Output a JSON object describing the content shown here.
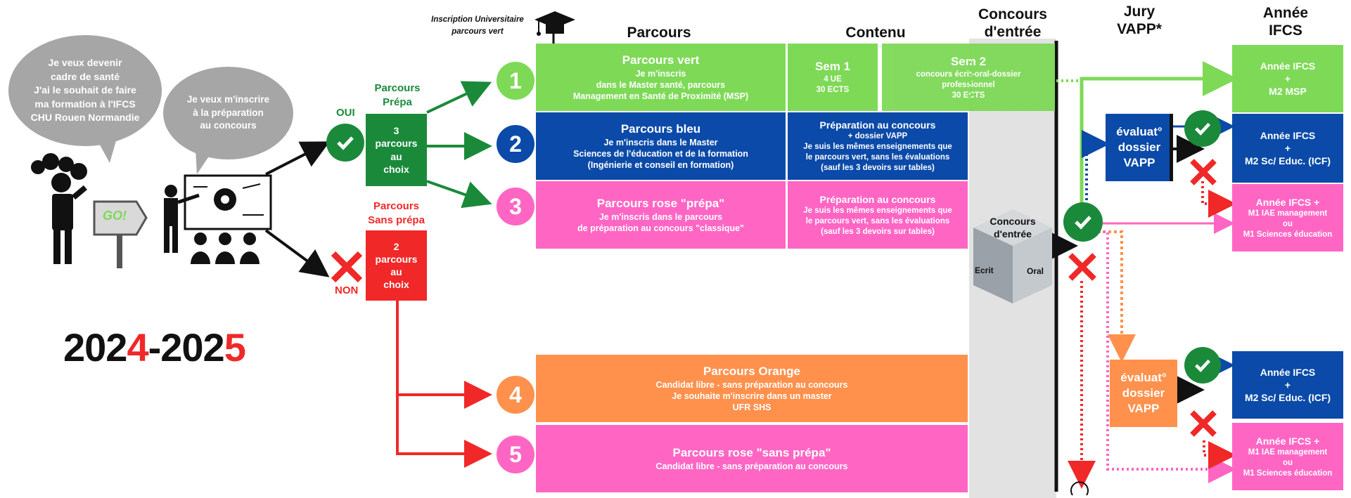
{
  "bubbles": {
    "left": [
      "Je veux devenir",
      "cadre de santé",
      "J'ai le souhait de faire",
      "ma formation à l'IFCS",
      "CHU Rouen Normandie"
    ],
    "right": [
      "Je veux m'inscrire",
      "à la préparation",
      "au concours"
    ]
  },
  "go_sign": "GO!",
  "year": {
    "a": "202",
    "b": "4",
    "c": "-202",
    "d": "5"
  },
  "choice": {
    "oui": "OUI",
    "non": "NON",
    "prepa_title": [
      "Parcours",
      "Prépa"
    ],
    "prepa_box": [
      "3",
      "parcours",
      "au",
      "choix"
    ],
    "sans_title": [
      "Parcours",
      "Sans prépa"
    ],
    "sans_box": [
      "2",
      "parcours",
      "au",
      "choix"
    ]
  },
  "inscription_note": [
    "Inscription Universitaire",
    "parcours vert"
  ],
  "headers": {
    "parcours": "Parcours",
    "contenu": "Contenu",
    "concours": [
      "Concours",
      "d'entrée"
    ],
    "jury": [
      "Jury",
      "VAPP*"
    ],
    "annee": [
      "Année",
      "IFCS"
    ]
  },
  "rows": [
    {
      "num": "1",
      "title": "Parcours vert",
      "lines": [
        "Je m'inscris",
        "dans le Master santé, parcours",
        "Management en Santé de Proximité (MSP)"
      ]
    },
    {
      "num": "2",
      "title": "Parcours bleu",
      "lines": [
        "Je m'inscris dans le Master",
        "Sciences de l'éducation et de la formation",
        "(Ingénierie et conseil en formation)"
      ]
    },
    {
      "num": "3",
      "title": "Parcours rose \"prépa\"",
      "lines": [
        "Je m'inscris dans le parcours",
        "de préparation au concours \"classique\""
      ]
    },
    {
      "num": "4",
      "title": "Parcours Orange",
      "lines": [
        "Candidat libre - sans préparation au concours",
        "Je souhaite m'inscrire dans un master",
        "UFR SHS"
      ]
    },
    {
      "num": "5",
      "title": "Parcours rose \"sans prépa\"",
      "lines": [
        "Candidat libre - sans préparation au concours"
      ]
    }
  ],
  "contenu": {
    "sem1": {
      "title": "Sem 1",
      "lines": [
        "4 UE",
        "30 ECTS"
      ]
    },
    "sem2": {
      "title": "Sem 2",
      "lines": [
        "concours écrit-oral-dossier",
        "professionnel",
        "30 ECTS"
      ]
    },
    "bleu": {
      "title": "Préparation au concours",
      "lines": [
        "+ dossier VAPP",
        "Je suis les mêmes enseignements que",
        "le parcours vert, sans les évaluations",
        "(sauf les 3 devoirs sur tables)"
      ]
    },
    "rose": {
      "title": "Préparation au concours",
      "lines": [
        "Je suis les mêmes enseignements que",
        "le parcours vert, sans les évaluations",
        "(sauf les 3 devoirs sur tables)"
      ]
    }
  },
  "cube": {
    "title": [
      "Concours",
      "d'entrée"
    ],
    "left": "Ecrit",
    "right": "Oral"
  },
  "vapp": {
    "label": [
      "évaluat°",
      "dossier",
      "VAPP"
    ]
  },
  "outcomes": {
    "o1": [
      "Année IFCS",
      "+",
      "M2 MSP"
    ],
    "o2": [
      "Année IFCS",
      "+",
      "M2 Sc/ Educ. (ICF)"
    ],
    "o3": [
      "Année IFCS +",
      "M1 IAE management",
      "ou",
      "M1 Sciences éducation"
    ],
    "o4": [
      "Année IFCS",
      "+",
      "M2 Sc/ Educ. (ICF)"
    ],
    "o5": [
      "Année IFCS +",
      "M1 IAE management",
      "ou",
      "M1 Sciences éducation"
    ]
  },
  "colors": {
    "green": "#7ed957",
    "blue": "#0b4aa8",
    "pink": "#ff66c4",
    "orange": "#ff914d",
    "dark_green": "#1a8a3a",
    "red": "#f02828"
  }
}
